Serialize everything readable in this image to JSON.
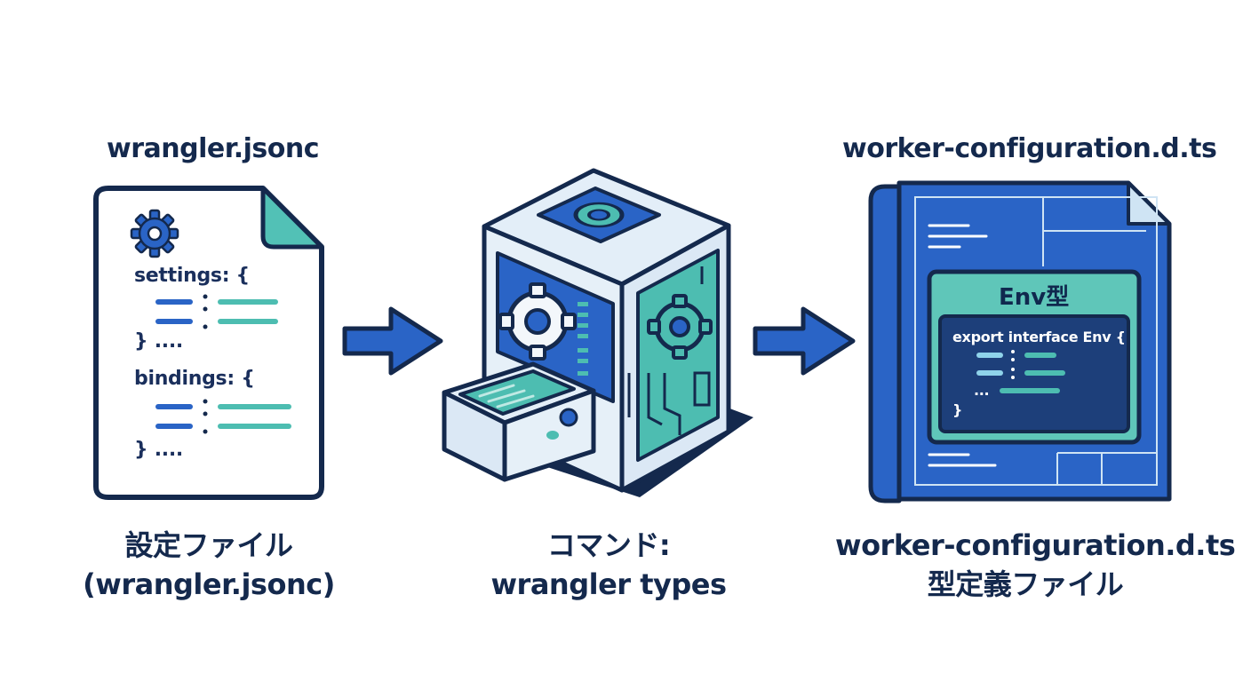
{
  "left": {
    "title": "wrangler.jsonc",
    "code_settings": "settings: {",
    "code_close_1": "} ....",
    "code_bindings": "bindings: {",
    "code_close_2": "} ....",
    "caption_line1": "設定ファイル",
    "caption_line2": "(wrangler.jsonc)"
  },
  "middle": {
    "caption_line1": "コマンド:",
    "caption_line2": "wrangler types"
  },
  "right": {
    "title": "worker-configuration.d.ts",
    "env_title": "Env型",
    "code_export": "export interface Env {",
    "code_dots": "...",
    "code_close": "}",
    "caption_line1": "worker-configuration.d.ts",
    "caption_line2": "型定義ファイル"
  },
  "icons": [
    "gear-icon",
    "arrow-right-icon",
    "machine-icon",
    "blueprint-icon"
  ],
  "colors": {
    "navy": "#14294d",
    "blue": "#2a64c6",
    "teal": "#4dbdb1",
    "light_teal": "#bfe9e4"
  }
}
